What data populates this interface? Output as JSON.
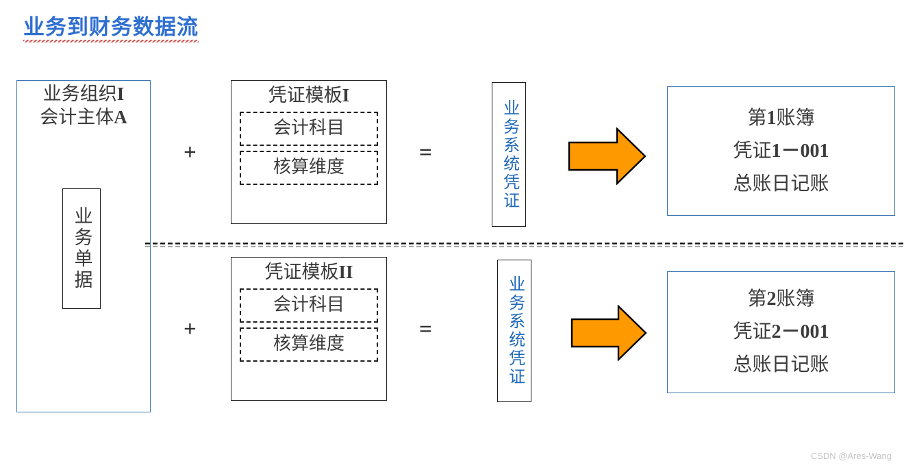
{
  "title": "业务到财务数据流",
  "colors": {
    "title_blue": "#2f6fd0",
    "spellcheck_red": "#d64a4a",
    "box_blue_border": "#3f76b5",
    "voucher_text_blue": "#1f69b8",
    "arrow_orange": "#FF9900",
    "arrow_outline": "#000000",
    "body_text": "#3a3a3a",
    "watermark_gray": "#c4c4c4"
  },
  "org_panel": {
    "line1_text": "业务组织",
    "line1_roman": "I",
    "line2_text": "会计主体",
    "line2_roman": "A",
    "document_box_label": "业务单据"
  },
  "operators": {
    "plus": "+",
    "equals": "="
  },
  "rows": [
    {
      "template": {
        "title_text": "凭证模板",
        "title_roman": "I",
        "sub_items": [
          "会计科目",
          "核算维度"
        ]
      },
      "voucher": {
        "label": "业务系统凭证"
      },
      "arrow": {
        "icon": "right-block-arrow-icon",
        "fill": "#FF9900"
      },
      "ledger": {
        "lines": [
          {
            "prefix": "第",
            "bold": "1",
            "suffix": "账簿"
          },
          {
            "prefix": "凭证",
            "bold": "1－001",
            "suffix": ""
          },
          {
            "prefix": "总账日记账",
            "bold": "",
            "suffix": ""
          }
        ]
      }
    },
    {
      "template": {
        "title_text": "凭证模板",
        "title_roman": "II",
        "sub_items": [
          "会计科目",
          "核算维度"
        ]
      },
      "voucher": {
        "label": "业务系统凭证"
      },
      "arrow": {
        "icon": "right-block-arrow-icon",
        "fill": "#FF9900"
      },
      "ledger": {
        "lines": [
          {
            "prefix": "第",
            "bold": "2",
            "suffix": "账簿"
          },
          {
            "prefix": "凭证",
            "bold": "2－001",
            "suffix": ""
          },
          {
            "prefix": "总账日记账",
            "bold": "",
            "suffix": ""
          }
        ]
      }
    }
  ],
  "divider": {
    "style": "double-dashed-horizontal"
  },
  "watermark": "CSDN @Ares-Wang"
}
